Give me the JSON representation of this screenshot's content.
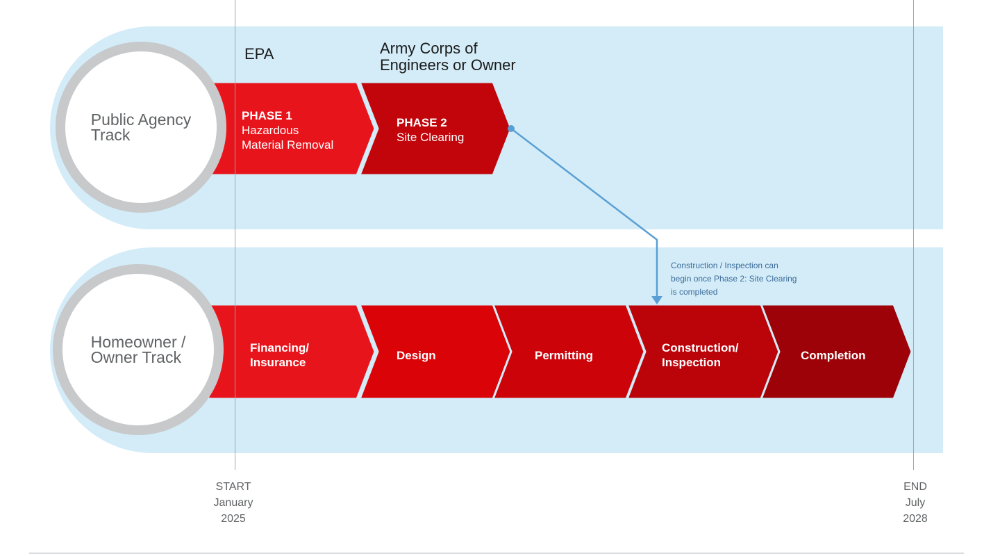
{
  "tracks": [
    {
      "label_line1": "Public Agency",
      "label_line2": "Track",
      "agencies": [
        {
          "line1": "EPA",
          "line2": ""
        },
        {
          "line1": "Army Corps of",
          "line2": "Engineers or Owner"
        }
      ],
      "steps": [
        {
          "title": "PHASE 1",
          "line1": "Hazardous",
          "line2": "Material Removal",
          "color": "#e8141c"
        },
        {
          "title": "PHASE 2",
          "line1": "Site Clearing",
          "line2": "",
          "color": "#c1050b"
        }
      ]
    },
    {
      "label_line1": "Homeowner /",
      "label_line2": "Owner Track",
      "steps": [
        {
          "line1": "Financing/",
          "line2": "Insurance",
          "color": "#e8141c"
        },
        {
          "line1": "Design",
          "line2": "",
          "color": "#d90308"
        },
        {
          "line1": "Permitting",
          "line2": "",
          "color": "#cc0309"
        },
        {
          "line1": "Construction/",
          "line2": "Inspection",
          "color": "#bb040a"
        },
        {
          "line1": "Completion",
          "line2": "",
          "color": "#9c0207"
        }
      ]
    }
  ],
  "dependency_note": {
    "line1": "Construction / Inspection can",
    "line2": "begin once Phase 2: Site Clearing",
    "line3": "is completed",
    "color": "#5a9fd4"
  },
  "timeline": {
    "start": {
      "label": "START",
      "month": "January",
      "year": "2025"
    },
    "end": {
      "label": "END",
      "month": "July",
      "year": "2028"
    }
  },
  "colors": {
    "band": "#d3ecf8",
    "circle_border": "#c7c9cb",
    "arrow": "#5a9fd4"
  }
}
